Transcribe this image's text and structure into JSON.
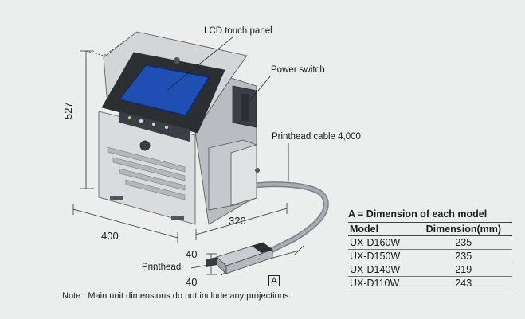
{
  "labels": {
    "lcd": "LCD touch panel",
    "power": "Power switch",
    "cable": "Printhead cable 4,000",
    "printhead": "Printhead"
  },
  "dimensions": {
    "height": "527",
    "width": "400",
    "depth": "320",
    "head_top": "40",
    "head_bottom": "40",
    "a_marker": "A"
  },
  "table": {
    "title": "A = Dimension of each model",
    "headers": [
      "Model",
      "Dimension(mm)"
    ],
    "rows": [
      {
        "model": "UX-D160W",
        "dim": "235"
      },
      {
        "model": "UX-D150W",
        "dim": "235"
      },
      {
        "model": "UX-D140W",
        "dim": "219"
      },
      {
        "model": "UX-D110W",
        "dim": "243"
      }
    ]
  },
  "note": "Note : Main unit dimensions do not include any projections."
}
